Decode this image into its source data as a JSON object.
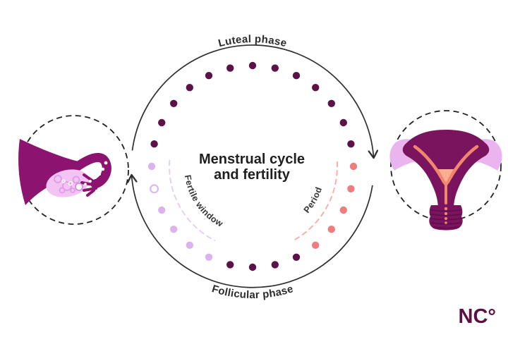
{
  "title": {
    "line1": "Menstrual cycle",
    "line2": "and fertility"
  },
  "phase_labels": {
    "luteal": "Luteal phase",
    "follicular": "Follicular phase"
  },
  "window_labels": {
    "fertile": "Fertile window",
    "period": "Period"
  },
  "logo": {
    "text": "NC°"
  },
  "colors": {
    "arc": "#2e2e2e",
    "luteal_dot": "#5c1148",
    "follicular_dot": "#5c1148",
    "period_dot": "#ee7d7f",
    "fertile_dot": "#dcb3ec",
    "ovulation_ring": "#dcb9ec",
    "fertile_dash": "#e6d0f2",
    "period_dash": "#f4b3ab",
    "title_text": "#1f1f1f",
    "phase_label_text": "#2b2b2b",
    "window_label_text": "#333333",
    "logo_color": "#5b1144",
    "illustration_primary": "#8d1370",
    "illustration_uterus": "#7a145e",
    "illustration_wing": "#eab4ef",
    "illustration_light_pink": "#f3c4f3",
    "illustration_follicle": "#de9be6",
    "illustration_lining": "#f0876c",
    "illustration_lining_light": "#fbae92",
    "dashed_circle": "#222222"
  },
  "cycle_data": {
    "type": "cycle-diagram",
    "total_days": 28,
    "direction": "clockwise",
    "start_position": "top",
    "ovulation_style": "hollow-dot",
    "days": [
      "luteal",
      "luteal",
      "luteal",
      "luteal",
      "luteal",
      "luteal",
      "luteal",
      "period",
      "period",
      "period",
      "period",
      "period",
      "follicular",
      "follicular",
      "follicular",
      "follicular",
      "fertile",
      "fertile",
      "fertile",
      "fertile",
      "ovulation",
      "fertile",
      "luteal",
      "luteal",
      "luteal",
      "luteal",
      "luteal",
      "luteal"
    ]
  }
}
